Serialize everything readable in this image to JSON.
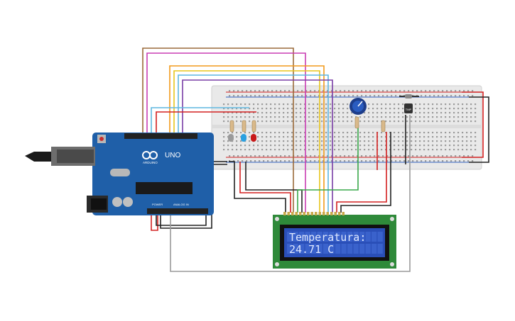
{
  "board": {
    "model_label": "UNO",
    "brand_label": "ARDUINO",
    "power_label": "POWER",
    "analog_label": "ANALOG IN"
  },
  "lcd": {
    "line1": "Temperatura:",
    "line2": "24.71 C"
  },
  "colors": {
    "breadboard": "#e9e9e9",
    "arduino": "#1f5fa8",
    "lcd_screen": "#2a4fb8",
    "lcd_pcb": "#2f8a3a",
    "wire_red": "#d32020",
    "wire_black": "#222222",
    "wire_orange": "#f29a1b",
    "wire_yellow": "#e8c51c",
    "wire_magenta": "#c93db3",
    "wire_purple": "#7a3fa6",
    "wire_brown": "#9a6a3a",
    "wire_lightblue": "#5fb7e0",
    "wire_green": "#3aa84a",
    "wire_gray": "#9a9a9a"
  },
  "components": {
    "leds": [
      "gray-led",
      "blue-led",
      "red-led"
    ],
    "potentiometer": "potentiometer",
    "sensor": "temperature-sensor",
    "usb": "usb-connector",
    "power_jack": "dc-power-jack"
  }
}
